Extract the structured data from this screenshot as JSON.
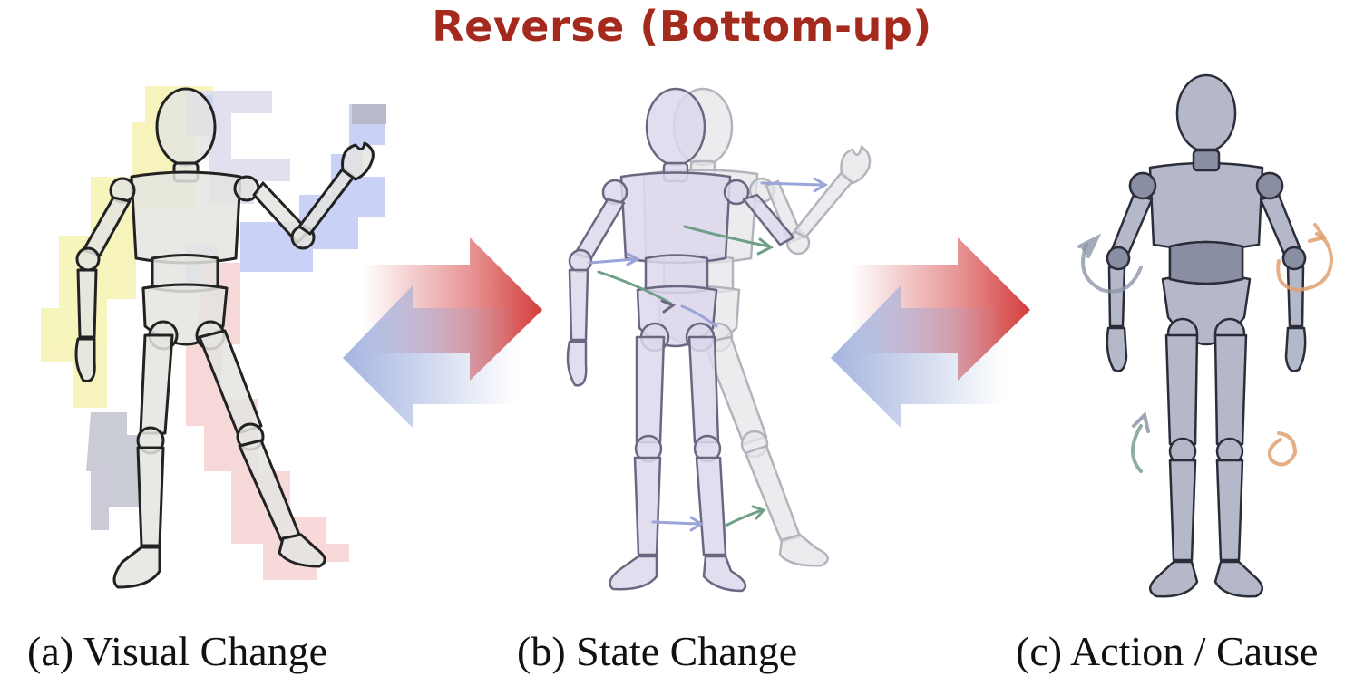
{
  "title": "Reverse (Bottom-up)",
  "captions": {
    "a": "(a) Visual Change",
    "b": "(b) State Change",
    "c": "(c) Action / Cause"
  },
  "colors": {
    "title": "#a52a1e",
    "forward_arrow": "#d43d3d",
    "backward_arrow": "#8fa2d8",
    "patch_yellow": "#f3f1a6",
    "patch_blue": "#b7c2f3",
    "patch_pink": "#f4cccc",
    "patch_purple": "#d9d5ea",
    "mannequin_a": "#e4e4e0",
    "mannequin_b": "#ddd8ec",
    "mannequin_c": "#b4b8c8",
    "rotate_orange": "#e0a070",
    "rotate_gray": "#8d96a8",
    "rotate_teal": "#7d9f92"
  },
  "icons": [
    "double-arrow-icon",
    "rotation-arrow-icon",
    "motion-arrow-icon"
  ]
}
